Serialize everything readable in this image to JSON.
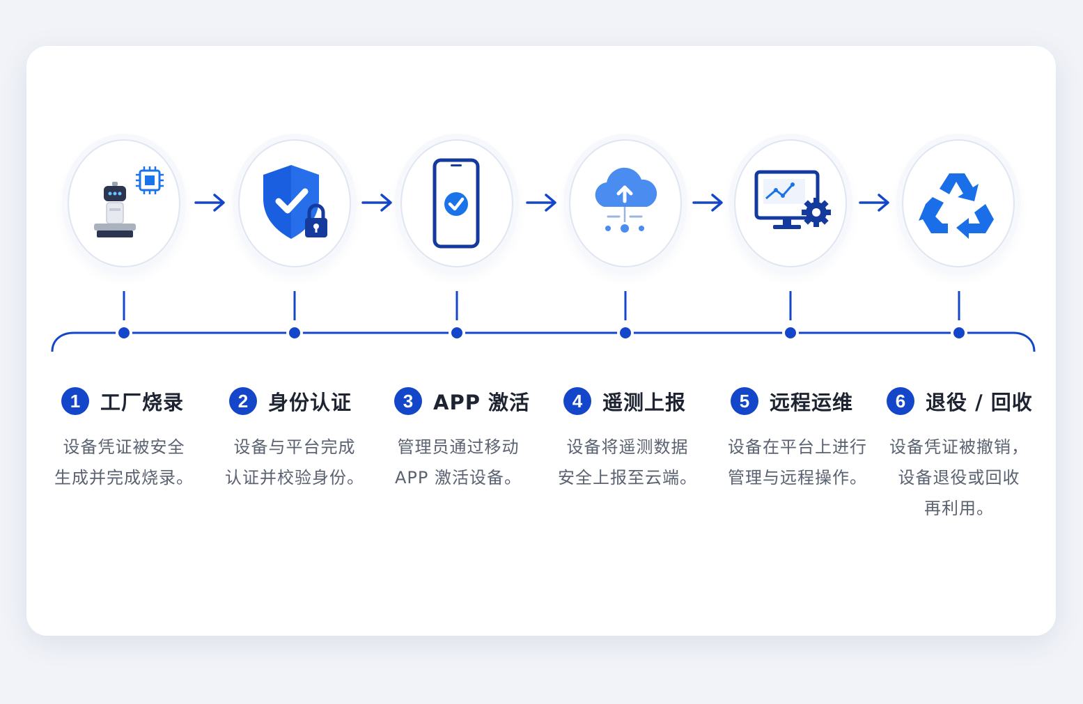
{
  "colors": {
    "primary": "#1346c9",
    "light_blue": "#4a8cf0",
    "card_bg": "#ffffff",
    "page_bg": "#f1f3f8",
    "title_text": "#1d2330",
    "desc_text": "#5a6170"
  },
  "steps": [
    {
      "number": "1",
      "title": "工厂烧录",
      "icon": "robot-chip-icon",
      "desc": [
        "设备凭证被安全",
        "生成并完成烧录。"
      ]
    },
    {
      "number": "2",
      "title": "身份认证",
      "icon": "shield-lock-icon",
      "desc": [
        "设备与平台完成",
        "认证并校验身份。"
      ]
    },
    {
      "number": "3",
      "title": "APP 激活",
      "icon": "phone-check-icon",
      "desc": [
        "管理员通过移动",
        "APP 激活设备。"
      ]
    },
    {
      "number": "4",
      "title": "遥测上报",
      "icon": "cloud-upload-icon",
      "desc": [
        "设备将遥测数据",
        "安全上报至云端。"
      ]
    },
    {
      "number": "5",
      "title": "远程运维",
      "icon": "monitor-gear-icon",
      "desc": [
        "设备在平台上进行",
        "管理与远程操作。"
      ]
    },
    {
      "number": "6",
      "title": "退役 / 回收",
      "icon": "recycle-icon",
      "desc": [
        "设备凭证被撤销，",
        "设备退役或回收",
        "再利用。"
      ]
    }
  ]
}
